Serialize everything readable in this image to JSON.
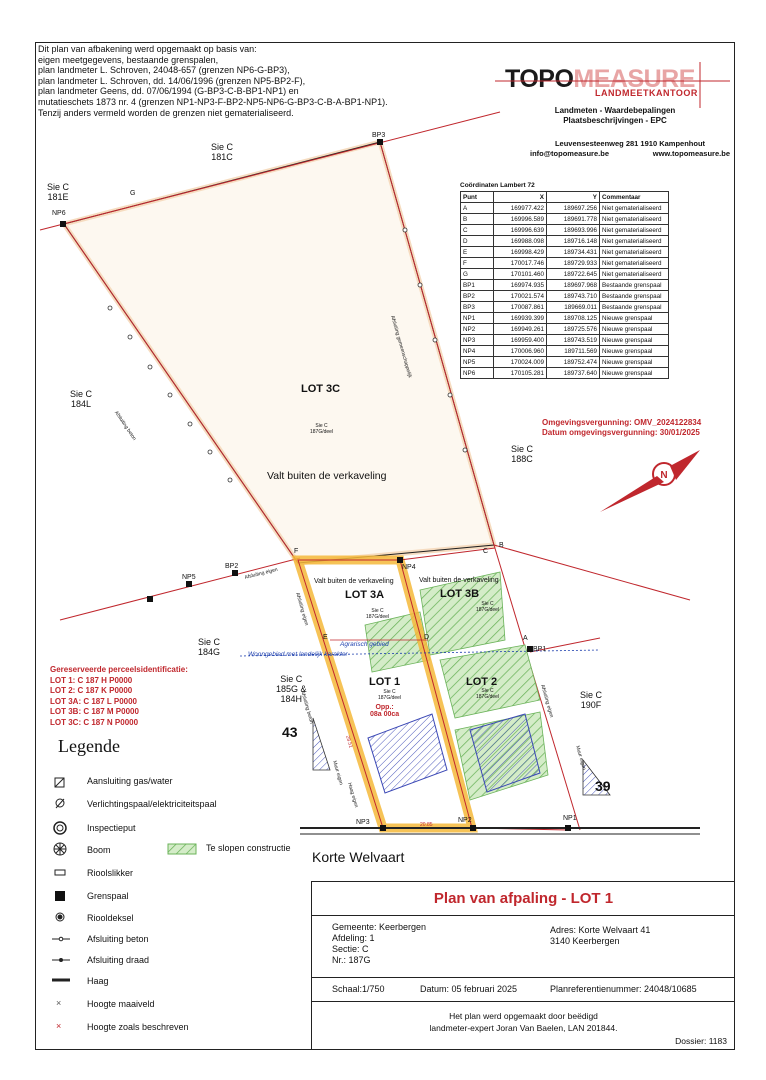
{
  "intro": [
    "Dit plan van afbakening werd opgemaakt op basis van:",
    "eigen meetgegevens, bestaande grenspalen,",
    "plan landmeter L. Schroven, 24048-657 (grenzen NP6-G-BP3),",
    "plan landmeter L. Schroven, dd. 14/06/1996 (grenzen NP5-BP2-F),",
    "plan landmeter Geens, dd. 07/06/1994 (G-BP3-C-B-BP1-NP1) en",
    "mutatieschets 1873 nr. 4 (grenzen NP1-NP3-F-BP2-NP5-NP6-G-BP3-C-B-A-BP1-NP1).",
    "Tenzij anders vermeld worden de grenzen niet gematerialiseerd."
  ],
  "logo": {
    "topo": "TOPO",
    "measure": "MEASURE",
    "sub": "LANDMEETKANTOOR"
  },
  "company": {
    "line1": "Landmeten - Waardebepalingen",
    "line2": "Plaatsbeschrijvingen - EPC"
  },
  "contact": {
    "address": "Leuvensesteenweg 281   1910 Kampenhout",
    "email": "info@topomeasure.be",
    "web": "www.topomeasure.be"
  },
  "coords": {
    "title": "Coördinaten Lambert 72",
    "headers": [
      "Punt",
      "X",
      "Y",
      "Commentaar"
    ],
    "rows": [
      [
        "A",
        "169977.422",
        "189697.256",
        "Niet gematerialiseerd"
      ],
      [
        "B",
        "169996.589",
        "189691.778",
        "Niet gematerialiseerd"
      ],
      [
        "C",
        "169996.639",
        "189693.996",
        "Niet gematerialiseerd"
      ],
      [
        "D",
        "169988.098",
        "189716.148",
        "Niet gematerialiseerd"
      ],
      [
        "E",
        "169998.429",
        "189734.431",
        "Niet gematerialiseerd"
      ],
      [
        "F",
        "170017.746",
        "189729.933",
        "Niet gematerialiseerd"
      ],
      [
        "G",
        "170101.460",
        "189722.645",
        "Niet gematerialiseerd"
      ],
      [
        "BP1",
        "169974.935",
        "189697.968",
        "Bestaande grenspaal"
      ],
      [
        "BP2",
        "170021.574",
        "189743.710",
        "Bestaande grenspaal"
      ],
      [
        "BP3",
        "170087.861",
        "189669.011",
        "Bestaande grenspaal"
      ],
      [
        "NP1",
        "169939.399",
        "189708.125",
        "Nieuwe grenspaal"
      ],
      [
        "NP2",
        "169949.261",
        "189725.576",
        "Nieuwe grenspaal"
      ],
      [
        "NP3",
        "169959.400",
        "189743.519",
        "Nieuwe grenspaal"
      ],
      [
        "NP4",
        "170006.960",
        "189711.569",
        "Nieuwe grenspaal"
      ],
      [
        "NP5",
        "170024.009",
        "189752.474",
        "Nieuwe grenspaal"
      ],
      [
        "NP6",
        "170105.281",
        "189737.640",
        "Nieuwe grenspaal"
      ]
    ]
  },
  "permit": {
    "line1": "Omgevingsvergunning: OMV_2024122834",
    "line2": "Datum omgevingsvergunning: 30/01/2025"
  },
  "map": {
    "parcels": {
      "p181c": [
        "Sie C",
        "181C"
      ],
      "p181e": [
        "Sie C",
        "181E"
      ],
      "p184l": [
        "Sie C",
        "184L"
      ],
      "p188c": [
        "Sie C",
        "188C"
      ],
      "p184g": [
        "Sie C",
        "184G"
      ],
      "p185g": [
        "Sie C",
        "185G &",
        "184H"
      ],
      "p190f": [
        "Sie C",
        "190F"
      ]
    },
    "lot3c": "LOT 3C",
    "lot3c_sub": [
      "Sie C",
      "187G/deel"
    ],
    "outside": "Valt buiten de verkaveling",
    "lot3a": "LOT 3A",
    "lot3b": "LOT 3B",
    "outside3a": "Valt buiten de verkaveling",
    "outside3b": "Valt buiten de verkaveling",
    "lot1": "LOT 1",
    "lot1_sub": [
      "Sie C",
      "187G/deel"
    ],
    "lot1_area_label": "Opp.:",
    "lot1_area": "08a 00ca",
    "lot2": "LOT 2",
    "lot2_sub": [
      "Sie C",
      "187G/deel"
    ],
    "zone_agri": "Agrarisch gebied",
    "zone_res": "Woongebied met landelijk karakter",
    "points": {
      "G": "G",
      "BP3": "BP3",
      "NP6": "NP6",
      "F": "F",
      "NP4": "NP4",
      "C": "C",
      "B": "B",
      "NP5": "NP5",
      "BP2": "BP2",
      "E": "E",
      "D": "D",
      "A": "A",
      "BP1": "BP1",
      "NP3": "NP3",
      "NP2": "NP2",
      "NP1": "NP1"
    },
    "house43": "43",
    "house39": "39",
    "fence1": "Afsluiting gemeenschappelijk",
    "fence2": "Afsluiting beton",
    "fence3": "Afsluiting eigen",
    "fence4": "Afsluiting eigen",
    "fence5": "Afsluiting beton",
    "fence6": "Afsluiting eigen",
    "fence7": "Muur eigen",
    "fence8": "Haag eigen",
    "fence9": "Muur eigen",
    "dim1": "20.85",
    "dim2": "28.51"
  },
  "street": "Korte Welvaart",
  "reserved": {
    "title": "Gereserveerde perceelsidentificatie:",
    "lines": [
      "LOT 1: C 187 H P0000",
      "LOT 2: C 187 K P0000",
      "LOT 3A: C 187 L P0000",
      "LOT 3B: C 187 M P0000",
      "LOT 3C: C 187 N P0000"
    ]
  },
  "legend": {
    "title": "Legende",
    "items": [
      {
        "label": "Aansluiting gas/water",
        "icon": "gas-water-icon"
      },
      {
        "label": "Verlichtingspaal/elektriciteitspaal",
        "icon": "light-pole-icon"
      },
      {
        "label": "Inspectieput",
        "icon": "inspection-pit-icon"
      },
      {
        "label": "Boom",
        "icon": "tree-icon"
      },
      {
        "label": "Rioolslikker",
        "icon": "sewer-gully-icon"
      },
      {
        "label": "Grenspaal",
        "icon": "boundary-post-icon"
      },
      {
        "label": "Riooldeksel",
        "icon": "manhole-icon"
      },
      {
        "label": "Afsluiting beton",
        "icon": "concrete-fence-icon"
      },
      {
        "label": "Afsluiting draad",
        "icon": "wire-fence-icon"
      },
      {
        "label": "Haag",
        "icon": "hedge-icon"
      },
      {
        "label": "Hoogte maaiveld",
        "icon": "ground-height-icon"
      },
      {
        "label": "Hoogte zoals beschreven",
        "icon": "described-height-icon"
      }
    ],
    "demolish": "Te slopen constructie"
  },
  "titlebox": {
    "title": "Plan van afpaling - LOT 1",
    "municipality": "Gemeente: Keerbergen",
    "division": "Afdeling: 1",
    "section": "Sectie: C",
    "number": "Nr.: 187G",
    "address1": "Adres: Korte Welvaart 41",
    "address2": "3140 Keerbergen",
    "scale": "Schaal:1/750",
    "date": "Datum: 05 februari 2025",
    "ref": "Planreferentienummer: 24048/10685",
    "sig1": "Het plan werd opgemaakt door beëdigd",
    "sig2": "landmeter-expert Joran Van Baelen, LAN 201844.",
    "dossier": "Dossier: 1183"
  }
}
